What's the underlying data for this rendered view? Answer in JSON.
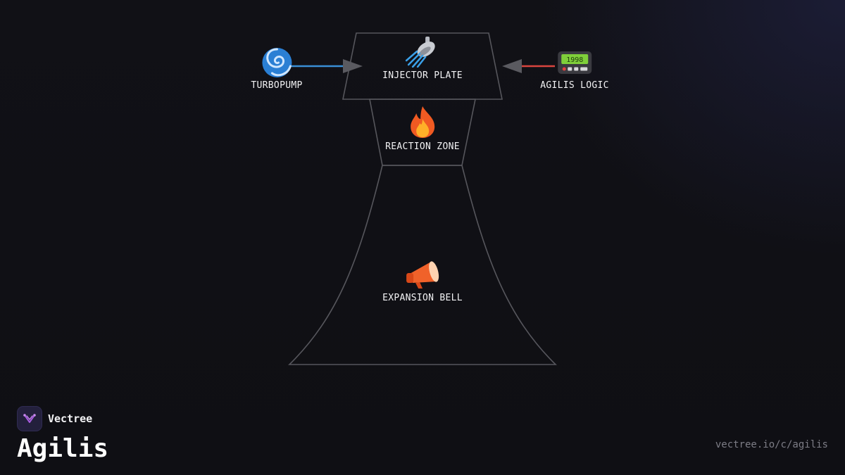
{
  "nodes": {
    "turbopump": {
      "label": "TURBOPUMP",
      "icon": "cyclone-icon"
    },
    "injector_plate": {
      "label": "INJECTOR PLATE",
      "icon": "shower-icon"
    },
    "agilis_logic": {
      "label": "AGILIS LOGIC",
      "icon": "pager-icon"
    },
    "reaction_zone": {
      "label": "REACTION ZONE",
      "icon": "fire-icon"
    },
    "expansion_bell": {
      "label": "EXPANSION BELL",
      "icon": "megaphone-icon"
    }
  },
  "edges": [
    {
      "from": "turbopump",
      "to": "injector_plate",
      "color": "#3a8fd6"
    },
    {
      "from": "agilis_logic",
      "to": "injector_plate",
      "color": "#d9453f"
    }
  ],
  "brand": {
    "name": "Vectree",
    "title": "Agilis"
  },
  "footer": {
    "url": "vectree.io/c/agilis"
  },
  "colors": {
    "background": "#111116",
    "outline": "#56565c",
    "arrowhead": "#5a5a60",
    "turbopump_line": "#3a8fd6",
    "logic_line": "#d9453f",
    "brand_accent": "#a85ce0"
  }
}
